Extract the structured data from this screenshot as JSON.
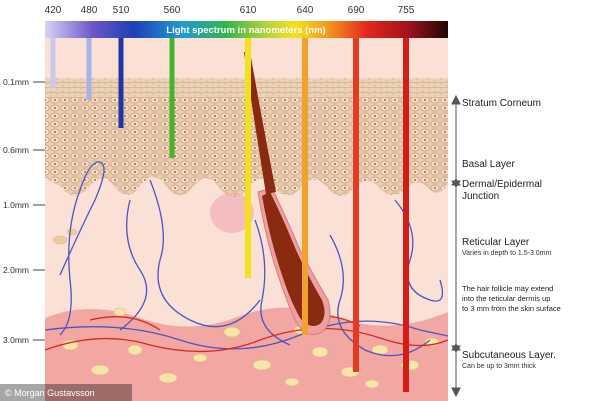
{
  "spectrum": {
    "title": "Light spectrum in nanometers (nm)",
    "wavelengths": [
      {
        "label": "420",
        "color": "#c9c8ee"
      },
      {
        "label": "480",
        "color": "#a9b2e6"
      },
      {
        "label": "510",
        "color": "#2233a6"
      },
      {
        "label": "560",
        "color": "#44b52a"
      },
      {
        "label": "610",
        "color": "#f2e21e"
      },
      {
        "label": "640",
        "color": "#f0a22a"
      },
      {
        "label": "690",
        "color": "#e43a22"
      },
      {
        "label": "755",
        "color": "#d41d16"
      }
    ]
  },
  "depth_scale": [
    {
      "label": "0.1mm"
    },
    {
      "label": "0.6mm"
    },
    {
      "label": "1.0mm"
    },
    {
      "label": "2.0mm"
    },
    {
      "label": "3.0mm"
    }
  ],
  "layers": {
    "stratum_corneum": "Stratum Corneum",
    "basal_layer": "Basal Layer",
    "dermal_epidermal_line1": "Dermal/Epidermal",
    "dermal_epidermal_line2": "Junction",
    "reticular_title": "Reticular Layer",
    "reticular_sub": "Varies in depth to 1.5-3.0mm",
    "follicle_note_1": "The hair follicle may extend",
    "follicle_note_2": "into the reticular dermis up",
    "follicle_note_3": "to 3 mm from the skin surface",
    "subcutaneous_title": "Subcutaneous Layer.",
    "subcutaneous_sub": "Can be up to 3mm thick"
  },
  "credit": "© Morgan Gustavsson",
  "colors": {
    "epidermis": "#e9c6a6",
    "dermis": "#fbe0d6",
    "subcutaneous": "#f2a7a2",
    "fat": "#f6e5a6",
    "hair": "#8a2a10",
    "vein": "#4a56c4",
    "artery": "#d42a20"
  }
}
